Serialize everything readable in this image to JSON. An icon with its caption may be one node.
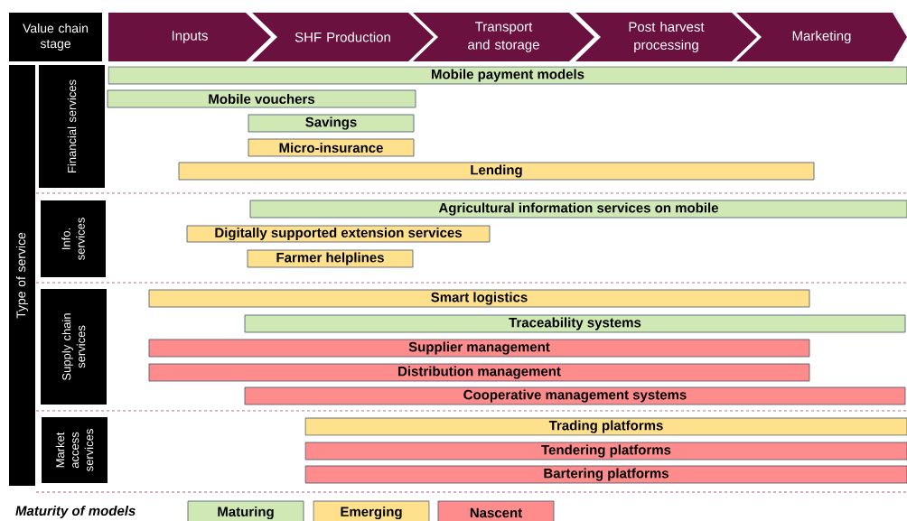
{
  "diagram": {
    "nodes": [
      {
        "text": [
          "Value chain stage"
        ]
      },
      {
        "text": [
          "Inputs"
        ]
      },
      {
        "text": [
          "SHF Production"
        ]
      },
      {
        "text": [
          "Transport and storage"
        ]
      },
      {
        "text": [
          "Post harvest processing"
        ]
      },
      {
        "text": [
          "Marketing"
        ]
      },
      {
        "text": [
          "Type of service"
        ]
      },
      {
        "text": [
          "Financial services"
        ]
      },
      {
        "text": [
          "Mobile payment models"
        ]
      },
      {
        "text": [
          "Mobile vouchers"
        ]
      },
      {
        "text": [
          "Savings"
        ]
      },
      {
        "text": [
          "Micro-insurance"
        ]
      },
      {
        "text": [
          "Lending"
        ]
      },
      {
        "text": [
          "Info. services"
        ]
      },
      {
        "text": [
          "Agricultural information services on mobile"
        ]
      },
      {
        "text": [
          "Digitally supported extension services"
        ]
      },
      {
        "text": [
          "Farmer helplines"
        ]
      },
      {
        "text": [
          "Supply chain services"
        ]
      },
      {
        "text": [
          "Smart logistics"
        ]
      },
      {
        "text": [
          "Traceability systems"
        ]
      },
      {
        "text": [
          "Supplier management"
        ]
      },
      {
        "text": [
          "Distribution management"
        ]
      },
      {
        "text": [
          "Cooperative management systems"
        ]
      },
      {
        "text": [
          "Market access services"
        ]
      },
      {
        "text": [
          "Trading platforms"
        ]
      },
      {
        "text": [
          "Tendering platforms"
        ]
      },
      {
        "text": [
          "Bartering platforms"
        ]
      }
    ],
    "labels": [
      "Maturity of models"
    ],
    "legend": [
      {
        "text": "Maturing",
        "color": "#d0e8b4"
      },
      {
        "text": "Emerging",
        "color": "#ffe08c"
      },
      {
        "text": "Nascent",
        "color": "#ff8c8c"
      }
    ]
  }
}
